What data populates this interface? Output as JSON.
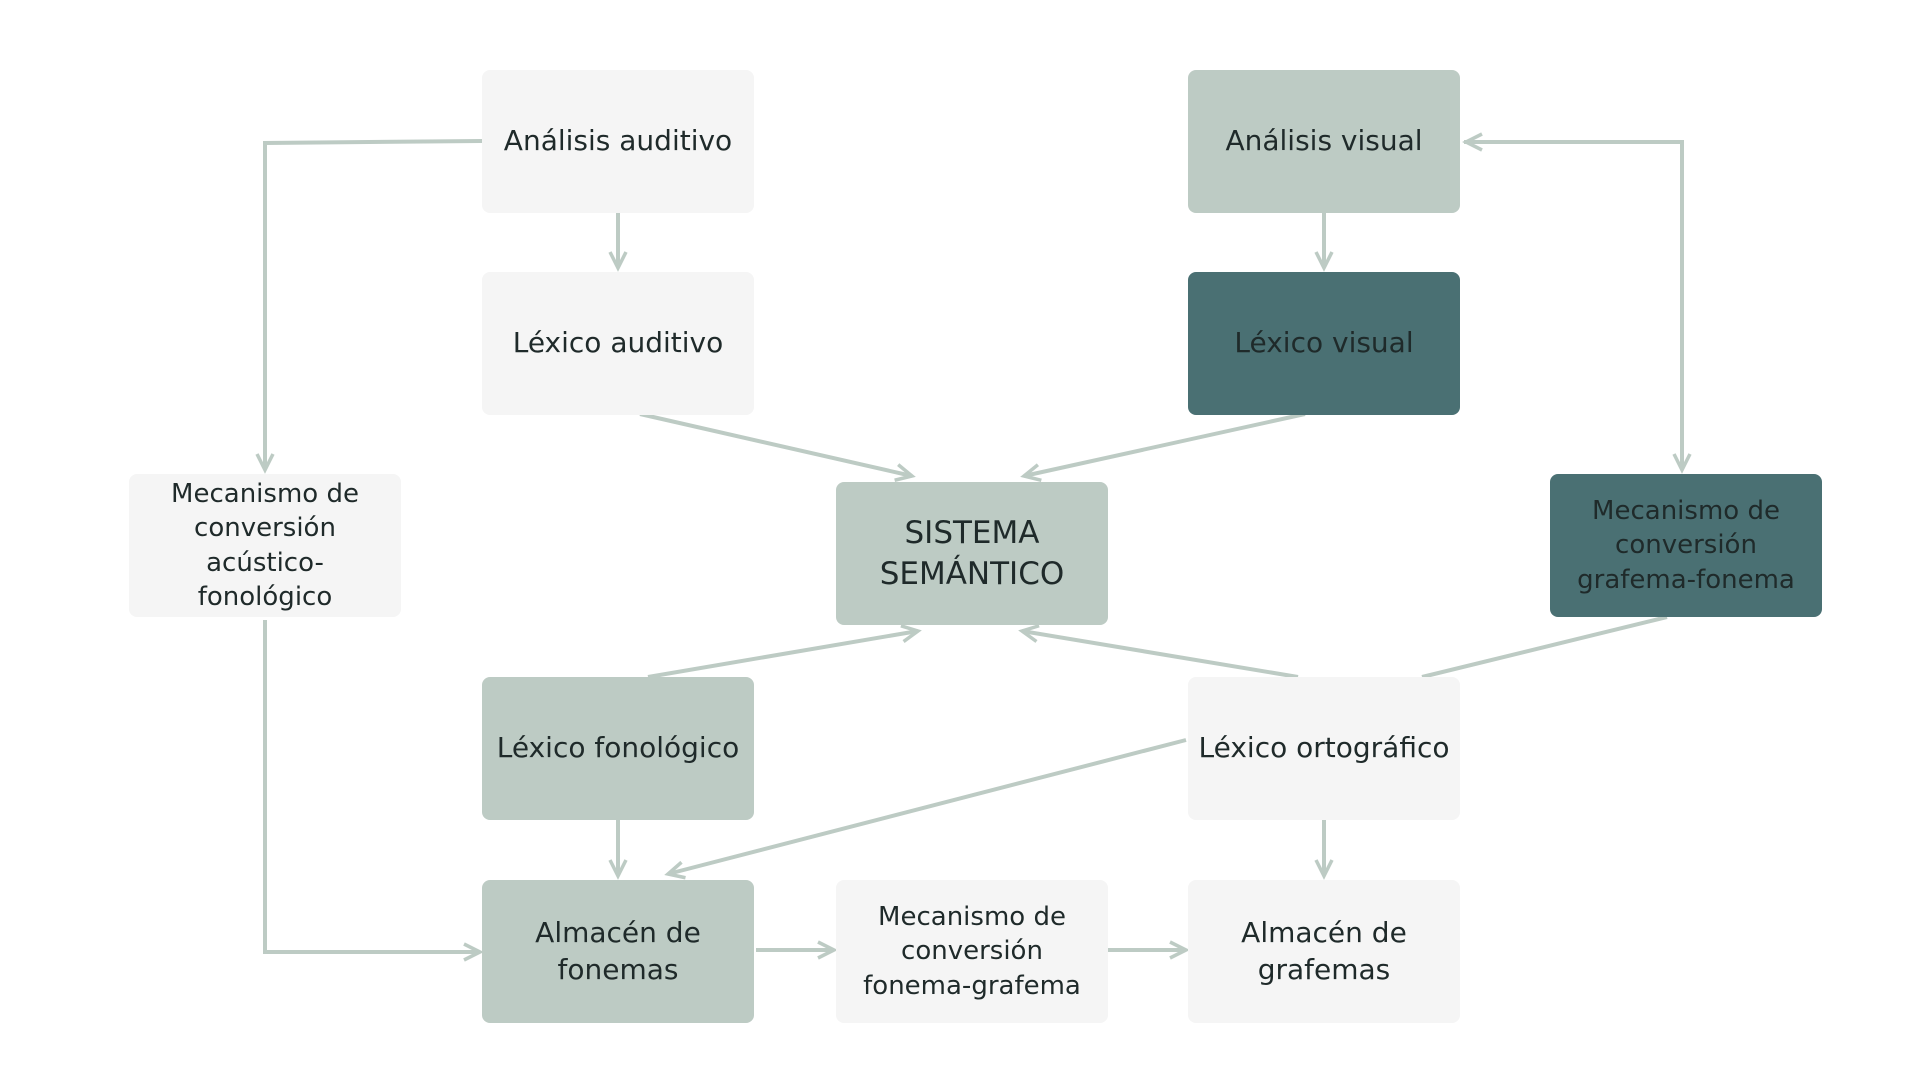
{
  "diagram": {
    "nodes": {
      "analisis_auditivo": "Análisis auditivo",
      "lexico_auditivo": "Léxico auditivo",
      "analisis_visual": "Análisis visual",
      "lexico_visual": "Léxico visual",
      "mecanismo_acustico": "Mecanismo de\nconversión\nacústico-fonológico",
      "sistema_semantico": "SISTEMA\nSEMÁNTICO",
      "mecanismo_grafema": "Mecanismo de\nconversión\ngrafema-fonema",
      "lexico_fonologico": "Léxico fonológico",
      "lexico_ortografico": "Léxico ortográfico",
      "almacen_fonemas": "Almacén de\nfonemas",
      "mecanismo_fonema": "Mecanismo de\nconversión\nfonema-grafema",
      "almacen_grafemas": "Almacén de\ngrafemas"
    },
    "colors": {
      "light": "#f5f5f5",
      "mid": "#bdcbc4",
      "dark": "#4a7073",
      "arrow": "#bdcbc4"
    }
  }
}
